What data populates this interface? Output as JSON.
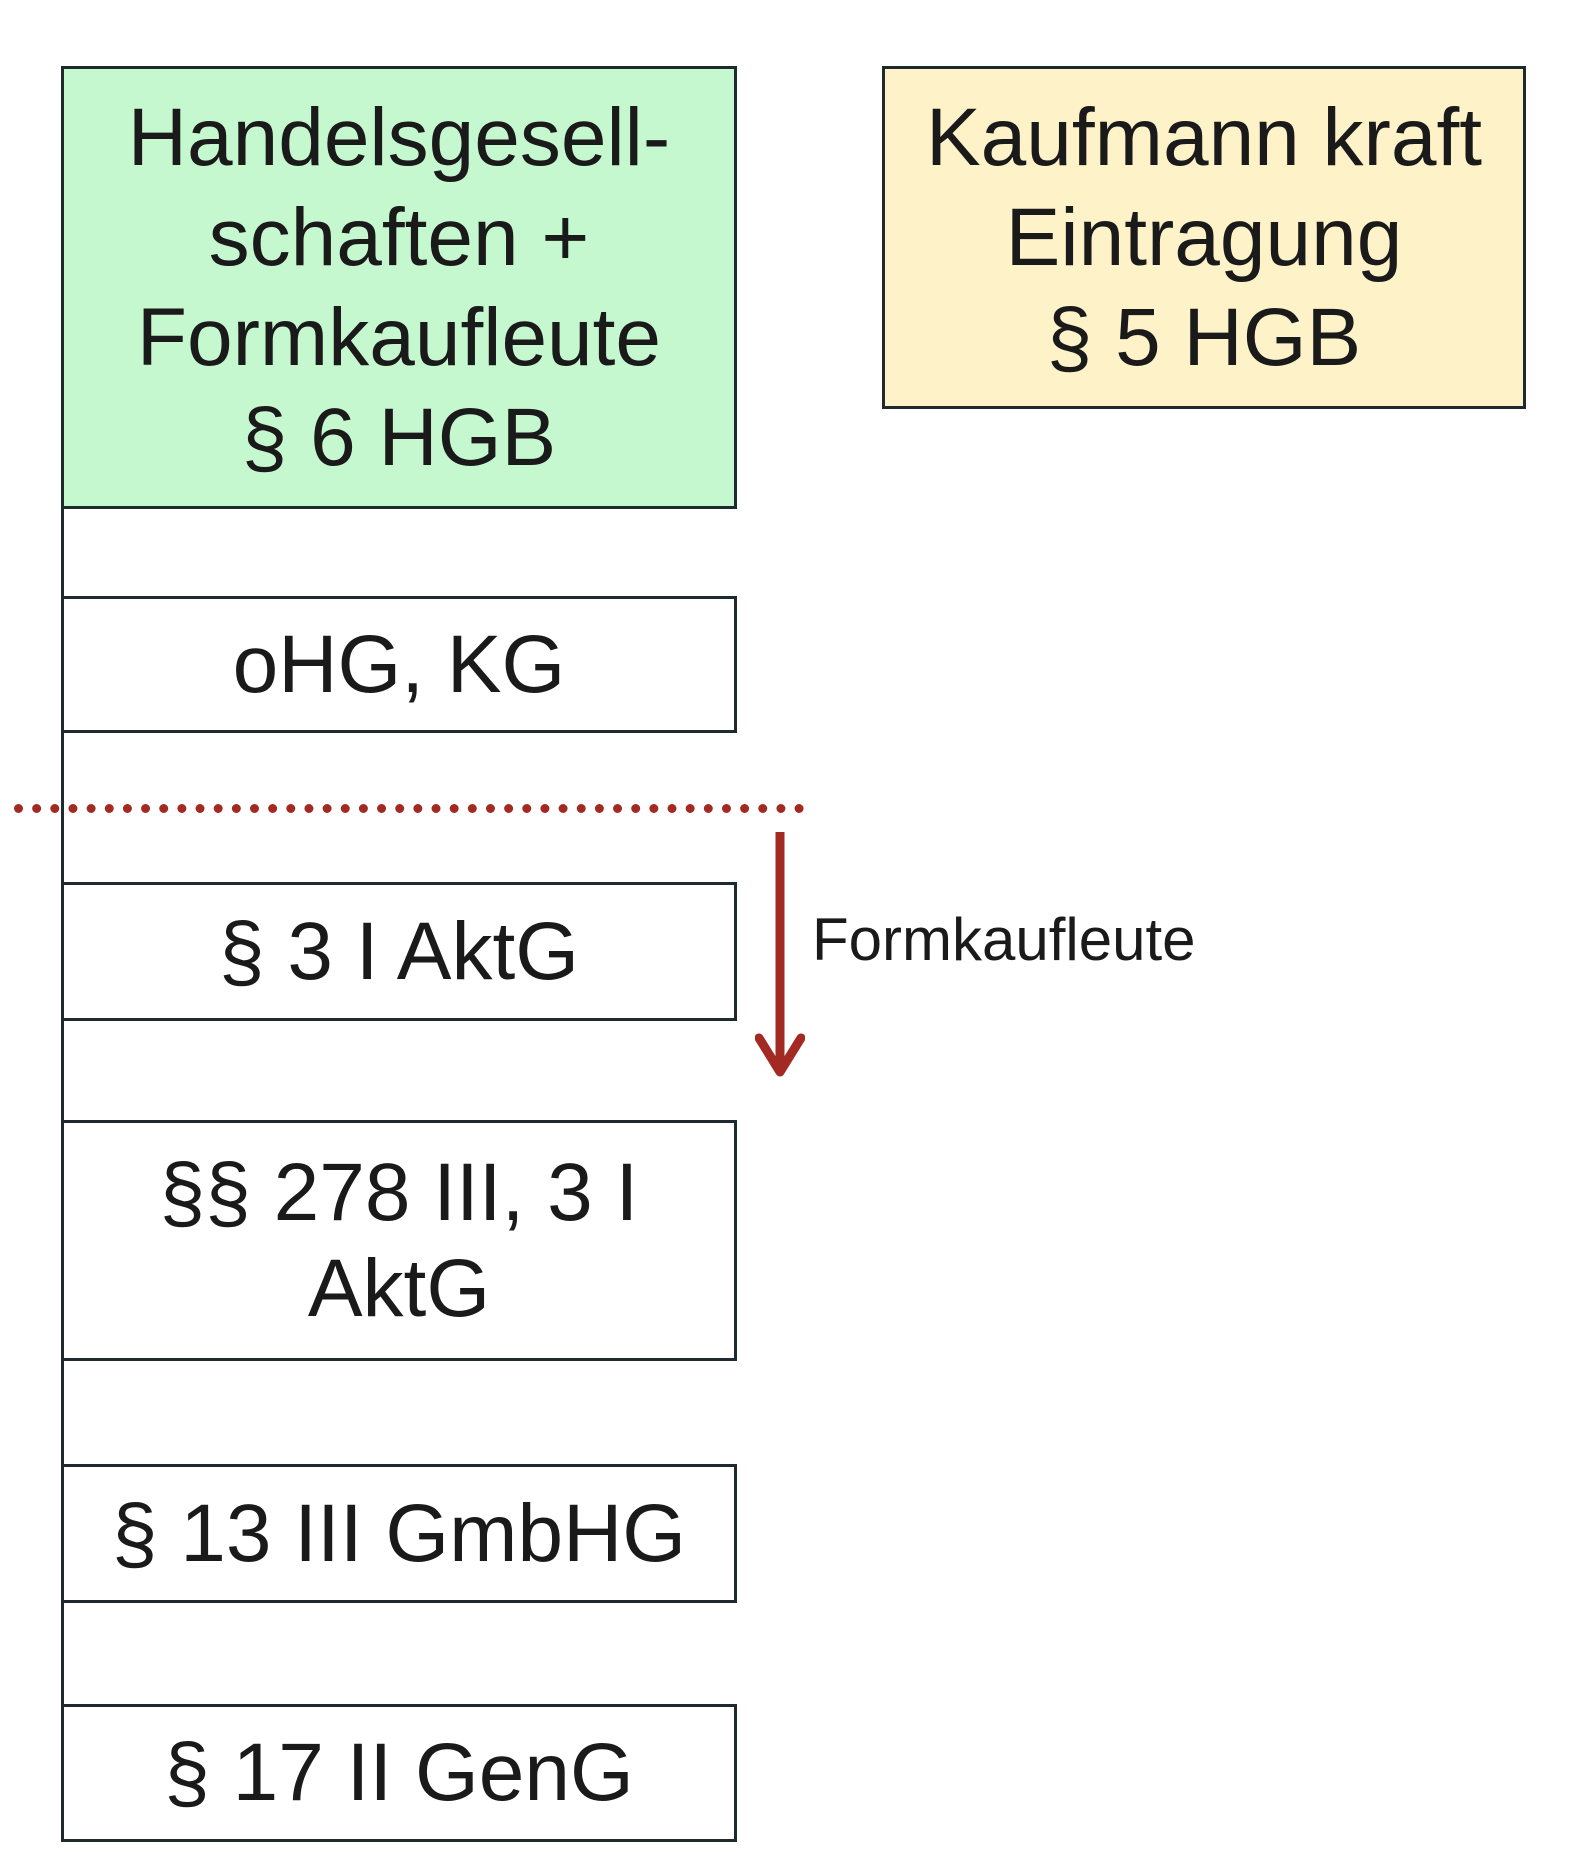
{
  "diagram": {
    "main_box": {
      "text": "Handelsgesell-\nschaften +\nFormkaufleute\n§ 6 HGB",
      "color": "#c6f8d0"
    },
    "side_box": {
      "text": "Kaufmann kraft\nEintragung\n§ 5 HGB",
      "color": "#fdf2c8"
    },
    "items": [
      {
        "text": "oHG, KG"
      },
      {
        "text": "§ 3 I AktG"
      },
      {
        "text": "§§ 278 III, 3 I\nAktG"
      },
      {
        "text": "§ 13 III GmbHG"
      },
      {
        "text": "§ 17 II GenG"
      }
    ],
    "arrow_label": "Formkaufleute",
    "separator_color": "#a32a22",
    "arrow_color": "#a32a22"
  }
}
